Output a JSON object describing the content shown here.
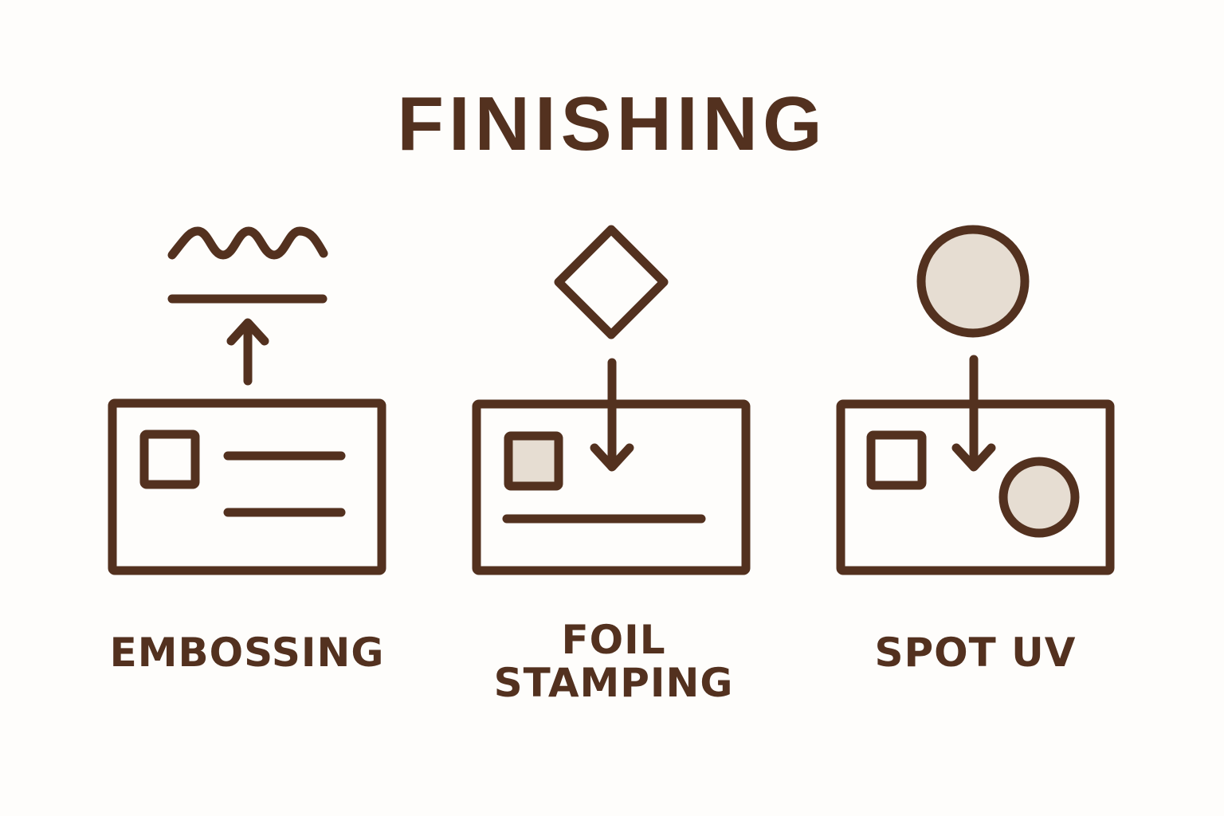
{
  "title": "FINISHING",
  "colors": {
    "stroke": "#53311f",
    "fill": "#e6ddd2",
    "background": "#fefdfb"
  },
  "items": [
    {
      "label": "EMBOSSING",
      "icon": "emboss-wave-icon"
    },
    {
      "label_line1": "FOIL",
      "label_line2": "STAMPING",
      "icon": "foil-diamond-icon"
    },
    {
      "label": "SPOT UV",
      "icon": "spot-uv-circle-icon"
    }
  ]
}
